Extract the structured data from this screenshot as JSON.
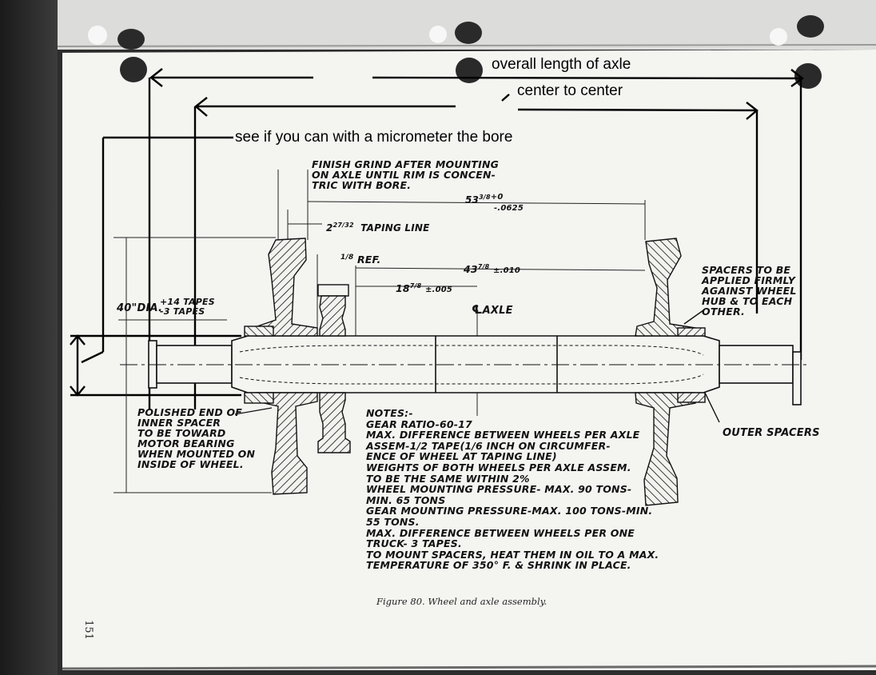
{
  "handwritten": {
    "overall": "overall length of axle",
    "center": "center to center",
    "bore": "see if you can with a micrometer the bore"
  },
  "drawing": {
    "finish_grind": [
      "FINISH GRIND AFTER MOUNTING",
      "ON AXLE UNTIL  RIM IS CONCEN-",
      "TRIC WITH BORE."
    ],
    "dim_53": "53",
    "dim_53_frac": "3/8",
    "dim_53_tol_plus": "+0",
    "dim_53_tol_minus": "-.0625",
    "taping_whole": "2",
    "taping_frac": "27/32",
    "taping_text": "TAPING LINE",
    "ref_frac": "1/8",
    "ref_text": "REF.",
    "dim_43": "43",
    "dim_43_frac": "7/8",
    "dim_43_tol": "±.010",
    "dim_18": "18",
    "dim_18_frac": "7/8",
    "dim_18_tol": "±.005",
    "axle_cl": "AXLE",
    "dia_text": "40\"DIA.",
    "tapes_plus": "+14 TAPES",
    "tapes_minus": "-3 TAPES",
    "spacers_note": [
      "SPACERS TO BE",
      "APPLIED FIRMLY",
      "AGAINST WHEEL",
      "HUB & TO EACH",
      "OTHER."
    ],
    "polished": [
      "POLISHED END OF",
      "INNER SPACER",
      "TO BE TOWARD",
      "MOTOR BEARING",
      "WHEN MOUNTED ON",
      "INSIDE OF WHEEL."
    ],
    "outer_spacers": "OUTER SPACERS",
    "notes_title": "NOTES:-",
    "notes": [
      "GEAR RATIO-60-17",
      "MAX. DIFFERENCE BETWEEN WHEELS PER AXLE",
      "   ASSEM-1/2 TAPE(1/6 INCH ON CIRCUMFER-",
      "   ENCE OF WHEEL AT TAPING LINE)",
      "WEIGHTS OF BOTH WHEELS PER AXLE ASSEM.",
      "   TO BE THE SAME WITHIN 2%",
      "WHEEL MOUNTING PRESSURE- MAX. 90 TONS-",
      "   MIN. 65 TONS",
      "GEAR MOUNTING PRESSURE-MAX. 100 TONS-MIN.",
      "   55 TONS.",
      "MAX. DIFFERENCE BETWEEN WHEELS PER ONE",
      "   TRUCK- 3 TAPES.",
      "TO MOUNT SPACERS, HEAT THEM IN OIL TO A MAX.",
      "   TEMPERATURE OF 350° F. & SHRINK IN PLACE."
    ]
  },
  "caption": "Figure 80. Wheel and axle assembly.",
  "page_number": "151"
}
